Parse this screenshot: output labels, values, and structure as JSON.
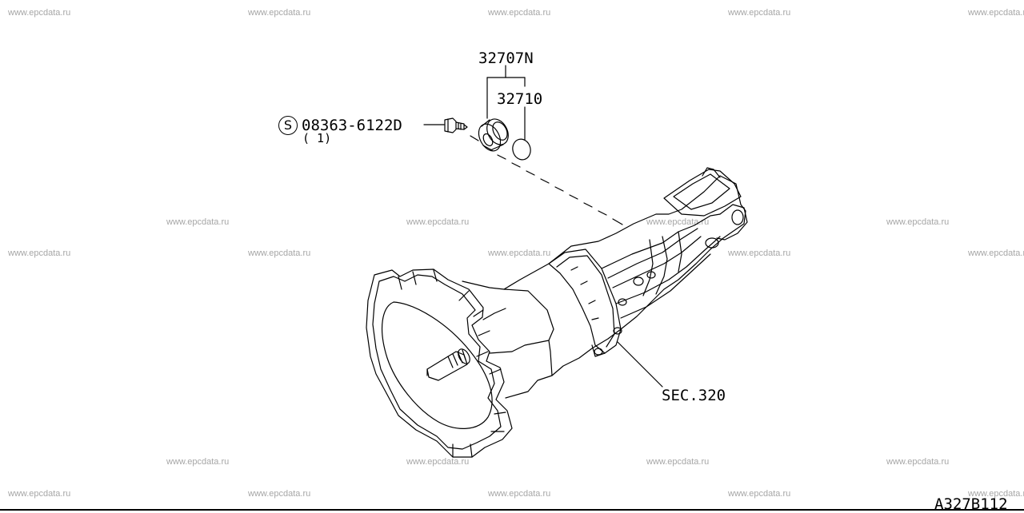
{
  "watermarks": [
    "www.epcdata.ru",
    "www.epcdata.ru",
    "www.epcdata.ru",
    "www.epcdata.ru",
    "www.epcdata.ru",
    "www.epcdata.ru",
    "www.epcdata.ru",
    "www.epcdata.ru",
    "www.epcdata.ru",
    "www.epcdata.ru",
    "www.epcdata.ru",
    "www.epcdata.ru",
    "www.epcdata.ru",
    "www.epcdata.ru",
    "www.epcdata.ru",
    "www.epcdata.ru",
    "www.epcdata.ru",
    "www.epcdata.ru",
    "www.epcdata.ru",
    "www.epcdata.ru",
    "www.epcdata.ru",
    "www.epcdata.ru",
    "www.epcdata.ru"
  ],
  "labels": {
    "part_assembly": "32707N",
    "part_plug": "32710",
    "bolt_symbol": "S",
    "bolt_part": "08363-6122D",
    "bolt_qty": "( 1)",
    "section_ref": "SEC.320",
    "diagram_code": "A327B112"
  }
}
